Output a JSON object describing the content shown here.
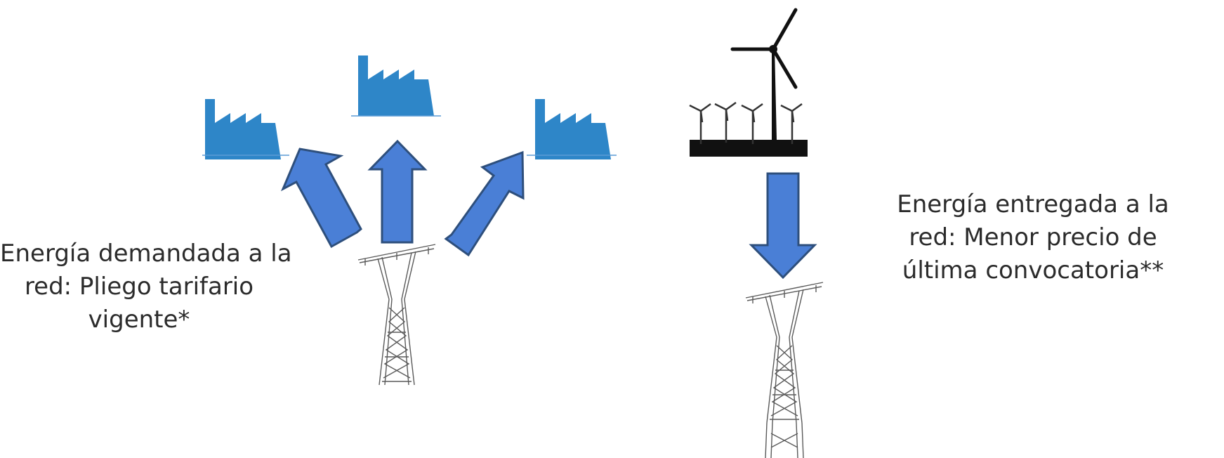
{
  "colors": {
    "factory": "#2e86c8",
    "arrow_fill": "#4a7fd6",
    "arrow_stroke": "#2e4f7c",
    "tower": "#5a5a5a",
    "wind_farm": "#111111",
    "text": "#2b2b2b"
  },
  "icons": [
    "factory-icon",
    "factory-icon",
    "factory-icon",
    "wind-farm-icon",
    "transmission-tower-icon",
    "transmission-tower-icon"
  ],
  "demand_label": {
    "lines": [
      "Energía demandada a la",
      "red: Pliego tarifario",
      "vigente*"
    ]
  },
  "supply_label": {
    "lines": [
      "Energía entregada a la",
      "red: Menor precio de",
      "última convocatoria**"
    ]
  }
}
